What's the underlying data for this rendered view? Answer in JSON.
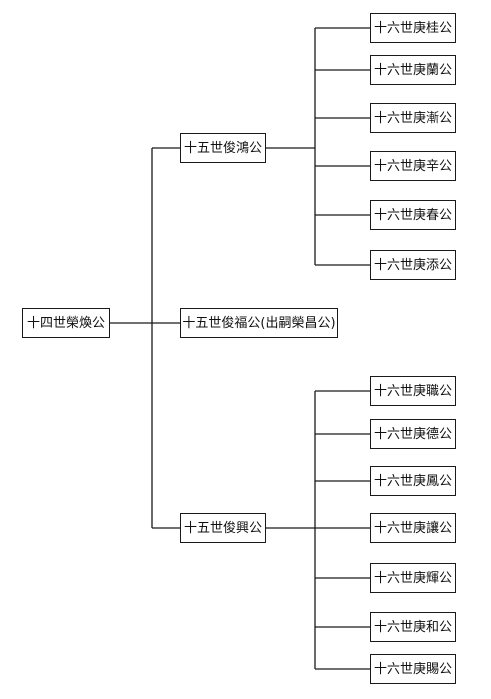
{
  "root": {
    "label": "十四世榮煥公"
  },
  "children": [
    {
      "label": "十五世俊鴻公",
      "children": [
        {
          "label": "十六世庚桂公"
        },
        {
          "label": "十六世庚蘭公"
        },
        {
          "label": "十六世庚漸公"
        },
        {
          "label": "十六世庚辛公"
        },
        {
          "label": "十六世庚春公"
        },
        {
          "label": "十六世庚添公"
        }
      ]
    },
    {
      "label": "十五世俊福公(出嗣榮昌公)",
      "children": []
    },
    {
      "label": "十五世俊興公",
      "children": [
        {
          "label": "十六世庚職公"
        },
        {
          "label": "十六世庚德公"
        },
        {
          "label": "十六世庚鳳公"
        },
        {
          "label": "十六世庚讓公"
        },
        {
          "label": "十六世庚輝公"
        },
        {
          "label": "十六世庚和公"
        },
        {
          "label": "十六世庚賜公"
        }
      ]
    }
  ]
}
